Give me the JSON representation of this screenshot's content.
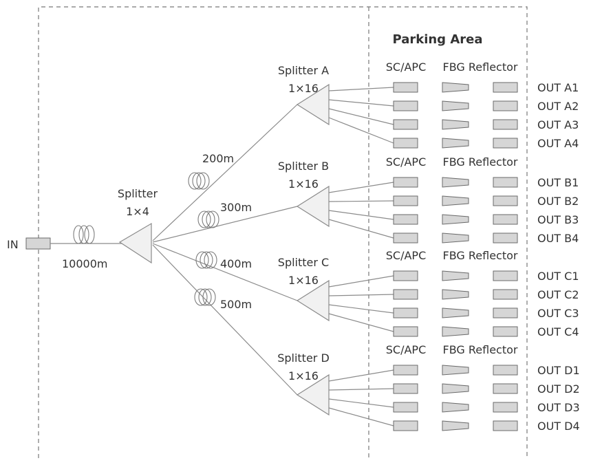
{
  "input": {
    "label": "IN",
    "fiber_length": "10000m"
  },
  "main_splitter": {
    "name": "Splitter",
    "ratio": "1×4"
  },
  "parking_area": {
    "title": "Parking Area"
  },
  "component_headers": {
    "connector": "SC/APC",
    "reflector": "FBG Reflector"
  },
  "branches": [
    {
      "fiber_length": "200m",
      "splitter_name": "Splitter A",
      "splitter_ratio": "1×16",
      "outputs": [
        "OUT A1",
        "OUT A2",
        "OUT A3",
        "OUT A4"
      ]
    },
    {
      "fiber_length": "300m",
      "splitter_name": "Splitter B",
      "splitter_ratio": "1×16",
      "outputs": [
        "OUT B1",
        "OUT B2",
        "OUT B3",
        "OUT B4"
      ]
    },
    {
      "fiber_length": "400m",
      "splitter_name": "Splitter C",
      "splitter_ratio": "1×16",
      "outputs": [
        "OUT C1",
        "OUT C2",
        "OUT C3",
        "OUT C4"
      ]
    },
    {
      "fiber_length": "500m",
      "splitter_name": "Splitter D",
      "splitter_ratio": "1×16",
      "outputs": [
        "OUT D1",
        "OUT D2",
        "OUT D3",
        "OUT D4"
      ]
    }
  ]
}
